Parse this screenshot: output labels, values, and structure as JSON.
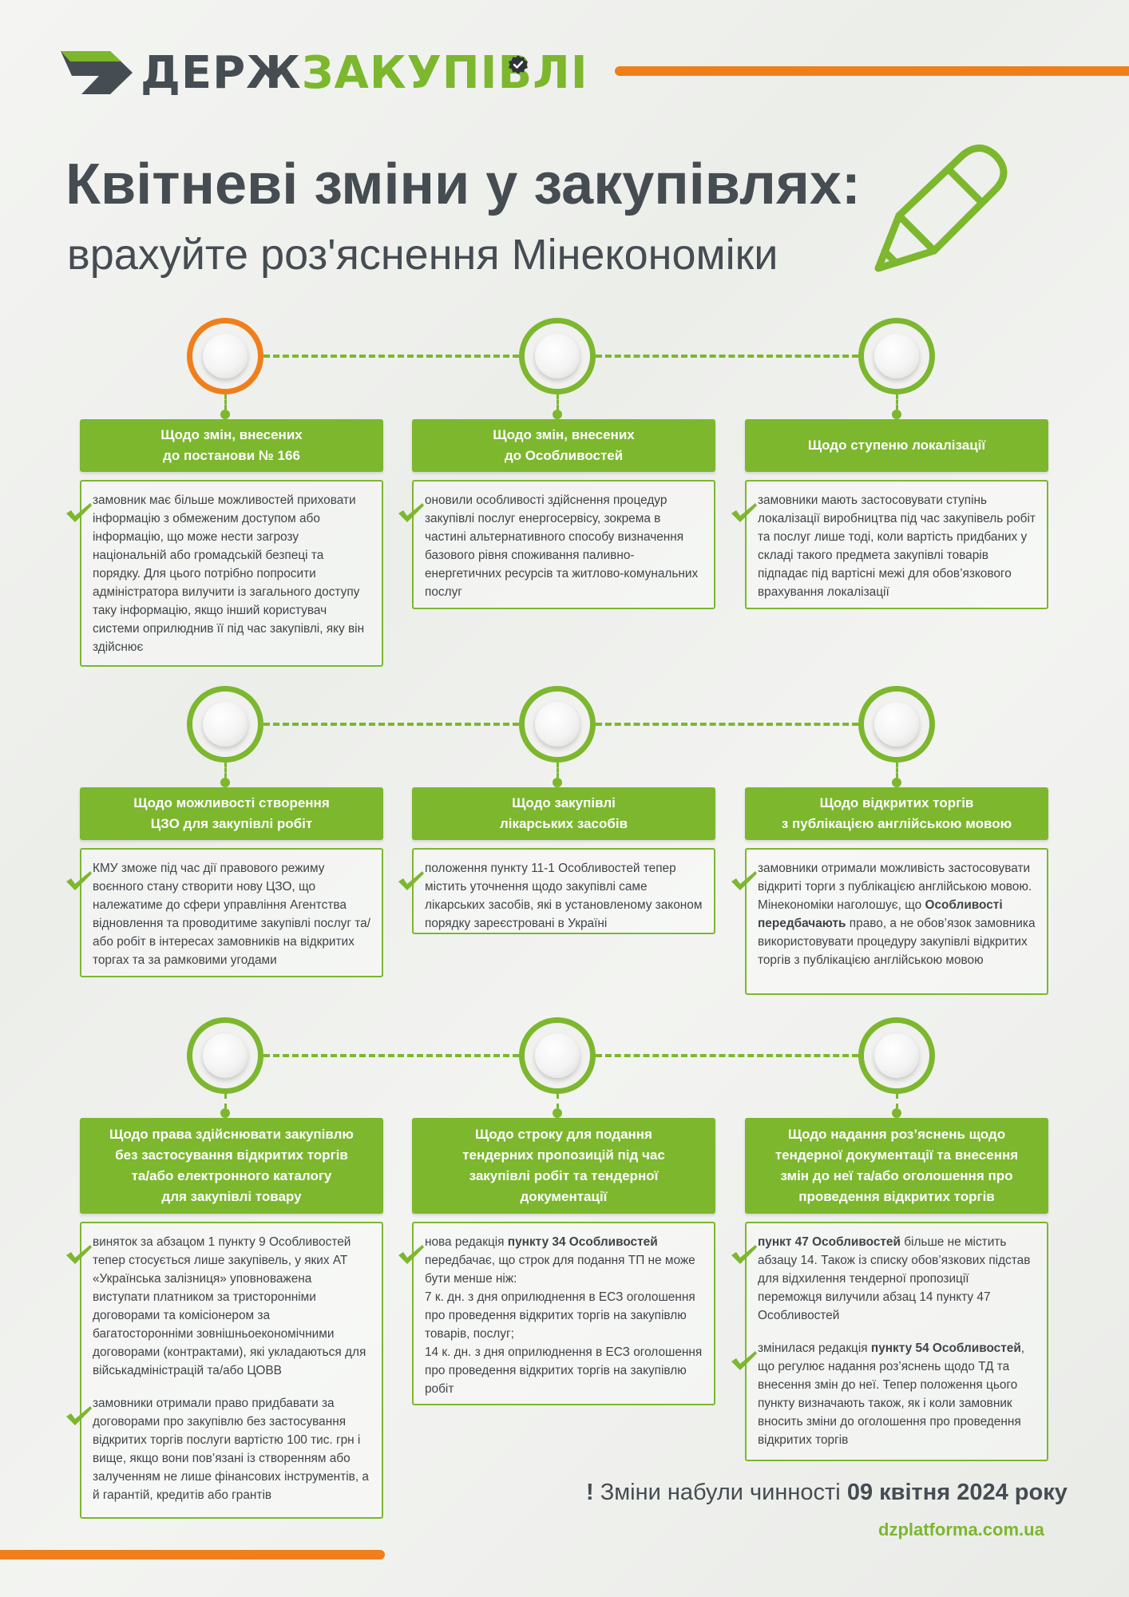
{
  "brand": {
    "name_dark": "ДЕРЖ",
    "name_green": "ЗАКУПІВЛІ",
    "colors": {
      "green": "#7cb72e",
      "orange": "#f07f1b",
      "dark": "#454c52"
    }
  },
  "title": "Квітневі зміни у закупівлях:",
  "subtitle": "врахуйте роз'яснення Мінекономіки",
  "cards": [
    {
      "header": [
        "Щодо змін, внесених",
        "до постанови № 166"
      ],
      "paragraphs": [
        {
          "text": "замовник має більше можливостей приховати інформацію з обмеженим доступом або інформацію, що може нести загрозу національній або громадській безпеці та порядку. Для цього потрібно попросити адміністратора вилучити із загального доступу таку інформацію, якщо інший користувач системи оприлюднив її під час закупівлі, яку він здійснює"
        }
      ]
    },
    {
      "header": [
        "Щодо змін, внесених",
        "до Особливостей"
      ],
      "paragraphs": [
        {
          "text": "оновили особливості здійснення процедур закупівлі послуг енергосервісу, зокрема в частині альтернативного способу визначення базового рівня споживання паливно-енергетичних ресурсів та житлово-комунальних послуг"
        }
      ]
    },
    {
      "header": [
        "Щодо ступеню локалізації"
      ],
      "paragraphs": [
        {
          "text": "замовники мають застосовувати ступінь локалізації виробництва під час закупівель робіт та послуг лише тоді, коли вартість придбаних у складі такого предмета закупівлі товарів підпадає під вартісні межі для обов’язкового врахування локалізації"
        }
      ]
    },
    {
      "header": [
        "Щодо можливості створення",
        "ЦЗО для закупівлі робіт"
      ],
      "paragraphs": [
        {
          "text": "КМУ зможе під час дії правового режиму воєнного стану створити нову ЦЗО, що належатиме до сфери управління Агентства відновлення та проводитиме закупівлі послуг та/або робіт в інтересах замовників на відкритих торгах та за рамковими угодами"
        }
      ]
    },
    {
      "header": [
        "Щодо закупівлі",
        "лікарських засобів"
      ],
      "paragraphs": [
        {
          "text": "положення пункту 11-1 Особливостей тепер містить уточнення щодо закупівлі саме лікарських засобів, які в установленому законом порядку зареєстровані в Україні"
        }
      ]
    },
    {
      "header": [
        "Щодо відкритих торгів",
        "з публікацією англійською мовою"
      ],
      "paragraphs": [
        {
          "text_before": "замовники отримали можливість застосовувати відкриті торги з публікацією англійською мовою. Мінекономіки наголошує, що ",
          "bold": "Особливості передбачають",
          "text_after": "  право, а не обов’язок замовника використовувати процедуру закупівлі відкритих торгів з публікацією англійською мовою"
        }
      ]
    },
    {
      "header": [
        "Щодо права здійснювати закупівлю",
        "без застосування відкритих торгів",
        "та/або електронного каталогу",
        "для закупівлі товару"
      ],
      "paragraphs": [
        {
          "text": "виняток за абзацом 1 пункту 9 Особливостей тепер стосується лише закупівель, у яких АТ «Українська залізниця» уповноважена виступати платником за тристоронніми договорами та комісіонером за багатосторонніми зовнішньоекономічними договорами (контрактами), які укладаються для військадміністрацій та/або ЦОВВ"
        },
        {
          "text": "замовники отримали право придбавати за договорами про закупівлю без застосування відкритих торгів послуги вартістю 100 тис. грн і вище, якщо вони пов’язані із створенням або залученням не лише фінансових інструментів, а й гарантій, кредитів або грантів"
        }
      ]
    },
    {
      "header": [
        "Щодо строку для подання",
        "тендерних пропозицій під час",
        "закупівлі робіт та тендерної",
        "документації"
      ],
      "paragraphs": [
        {
          "text_before": "нова редакція ",
          "bold": "пункту 34 Особливостей",
          "text_after": " передбачає, що строк для подання ТП не може бути менше ніж:",
          "lines": [
            "7 к. дн. з дня оприлюднення в ЕСЗ оголошення про проведення відкритих торгів на закупівлю товарів, послуг;",
            "14 к. дн. з дня оприлюднення в ЕСЗ оголошення про проведення відкритих торгів на закупівлю робіт"
          ]
        }
      ]
    },
    {
      "header": [
        "Щодо надання роз’яснень щодо",
        "тендерної документації та внесення",
        "змін до неї та/або оголошення про",
        "проведення відкритих торгів"
      ],
      "paragraphs": [
        {
          "text_before": "",
          "bold": "пункт 47 Особливостей",
          "text_after": " більше не містить абзацу 14. Також із списку обов’язкових підстав для відхилення тендерної пропозиції переможця вилучили абзац 14 пункту 47 Особливостей"
        },
        {
          "text_before": "змінилася редакція ",
          "bold": "пункту 54 Особливостей",
          "text_after": ", що регулює надання роз’яснень щодо ТД та внесення змін до неї. Тепер положення цього пункту визначають також, як і коли замовник вносить зміни до оголошення про проведення відкритих торгів"
        }
      ]
    }
  ],
  "footer": {
    "bang": "!",
    "note_text": " Зміни набули чинності ",
    "note_bold": "09 квітня 2024 року",
    "site": "dzplatforma.com.ua"
  }
}
